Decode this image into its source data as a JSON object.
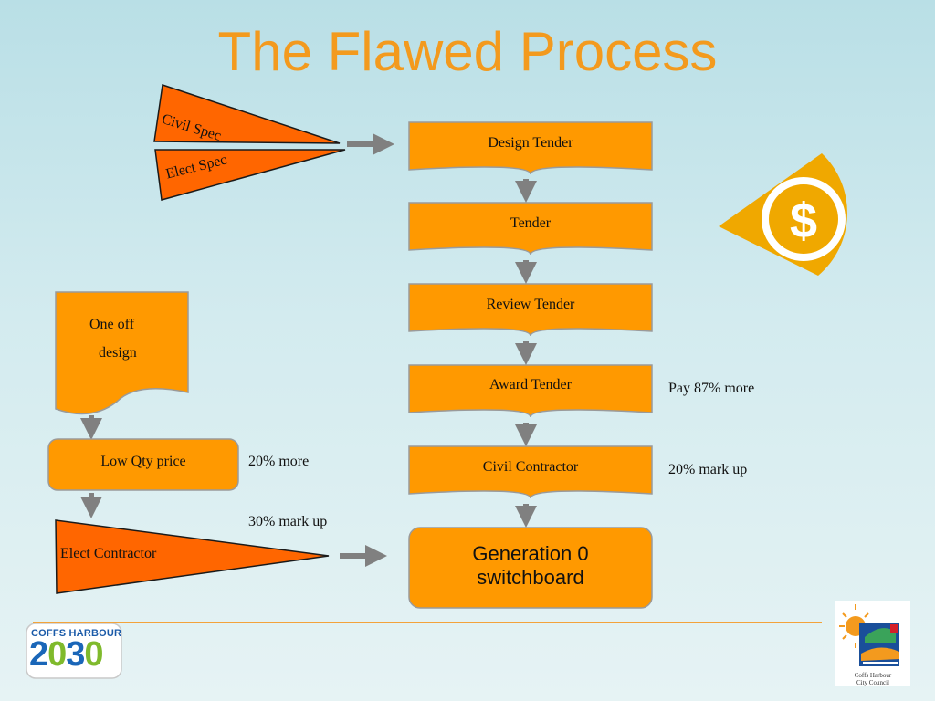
{
  "title": "The Flawed Process",
  "specs": {
    "civil": "Civil Spec",
    "elect": "Elect Spec"
  },
  "process_steps": [
    "Design Tender",
    "Tender",
    "Review Tender",
    "Award Tender",
    "Civil Contractor"
  ],
  "final_step": {
    "line1": "Generation 0",
    "line2": "switchboard"
  },
  "left_branch": {
    "doc_line1": "One off",
    "doc_line2": "design",
    "price_box": "Low Qty price",
    "contractor": "Elect Contractor"
  },
  "notes": {
    "more_20": "20% more",
    "markup_30": "30% mark up",
    "pay_87": "Pay 87% more",
    "markup_20": "20% mark up"
  },
  "logos": {
    "city_name": "COFFS HARBOUR",
    "year_digits": [
      "2",
      "0",
      "3",
      "0"
    ],
    "council_line1": "Coffs Harbour",
    "council_line2": "City Council"
  },
  "colors": {
    "title": "#f39a1e",
    "box_fill": "#ff9900",
    "wedge_fill": "#ff6600",
    "arrow": "#808080",
    "eye_icon": "#f0a800",
    "rule": "#f3a33a"
  },
  "icons": {
    "money": "dollar-eye-icon"
  }
}
